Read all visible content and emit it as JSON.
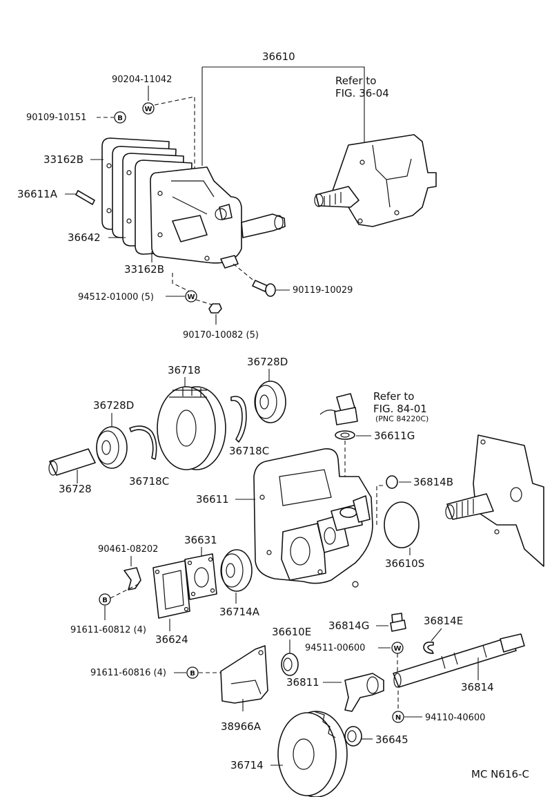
{
  "diagram": {
    "code": "MC N616-C",
    "refs": {
      "fig_36_04": [
        "Refer to",
        "FIG. 36-04"
      ],
      "fig_84_01": [
        "Refer to",
        "FIG. 84-01",
        "(PNC 84220C)"
      ]
    },
    "symbols": {
      "washer": "W",
      "bolt": "B",
      "nut": "N"
    },
    "parts": {
      "p36610": "36610",
      "p90204_11042": "90204-11042",
      "p90109_10151": "90109-10151",
      "p33162B_top": "33162B",
      "p36611A": "36611A",
      "p36642": "36642",
      "p33162B_bottom": "33162B",
      "p90119_10029": "90119-10029",
      "p94512_01000": "94512-01000 (5)",
      "p90170_10082": "90170-10082 (5)",
      "p36718": "36718",
      "p36728D_right": "36728D",
      "p36728D_left": "36728D",
      "p36718C_right": "36718C",
      "p36718C_left": "36718C",
      "p36728": "36728",
      "p36611G": "36611G",
      "p36814B": "36814B",
      "p36611": "36611",
      "p36610S": "36610S",
      "p90461_08202": "90461-08202",
      "p36631": "36631",
      "p36714A": "36714A",
      "p91611_60812": "91611-60812 (4)",
      "p36624": "36624",
      "p36814G": "36814G",
      "p36814E": "36814E",
      "p36610E": "36610E",
      "p94511_00600": "94511-00600",
      "p91611_60816": "91611-60816 (4)",
      "p36811": "36811",
      "p36814": "36814",
      "p94110_40600": "94110-40600",
      "p38966A": "38966A",
      "p36645": "36645",
      "p36714": "36714"
    }
  }
}
